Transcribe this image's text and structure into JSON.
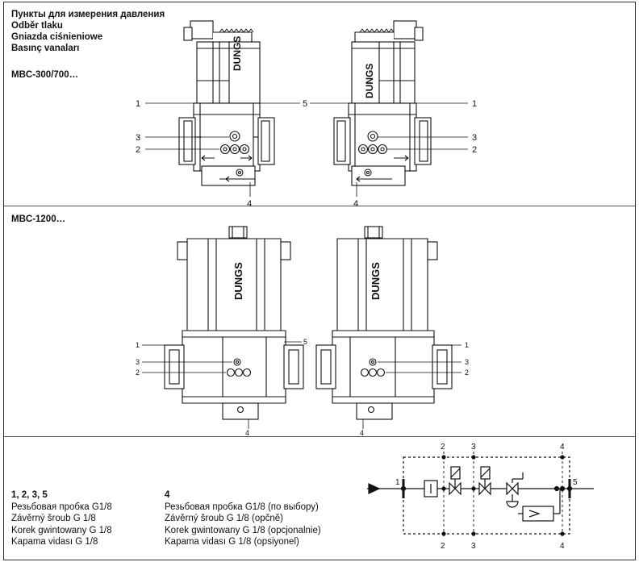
{
  "title_lines": [
    "Пункты для измерения давления",
    "Odběr tlaku",
    "Gniazda ciśnieniowe",
    "Basınç vanaları"
  ],
  "models": {
    "small": "MBC-300/700…",
    "large": "MBC-1200…"
  },
  "brand": "DUNGS",
  "callouts": {
    "one": "1",
    "two": "2",
    "three": "3",
    "four": "4",
    "five": "5"
  },
  "legend_left": {
    "heading": "1, 2, 3, 5",
    "lines": [
      "Резьбовая пробка G1/8",
      "Závěrný šroub G 1/8",
      "Korek gwintowany G 1/8",
      "Kapama vidası G 1/8"
    ]
  },
  "legend_right": {
    "heading": "4",
    "lines": [
      "Резьбовая пробка G1/8 (по выбору)",
      "Závěrný šroub G 1/8 (opčně)",
      "Korek gwintowany G 1/8 (opcjonalnie)",
      "Kapama vidası G 1/8 (opsiyonel)"
    ]
  }
}
